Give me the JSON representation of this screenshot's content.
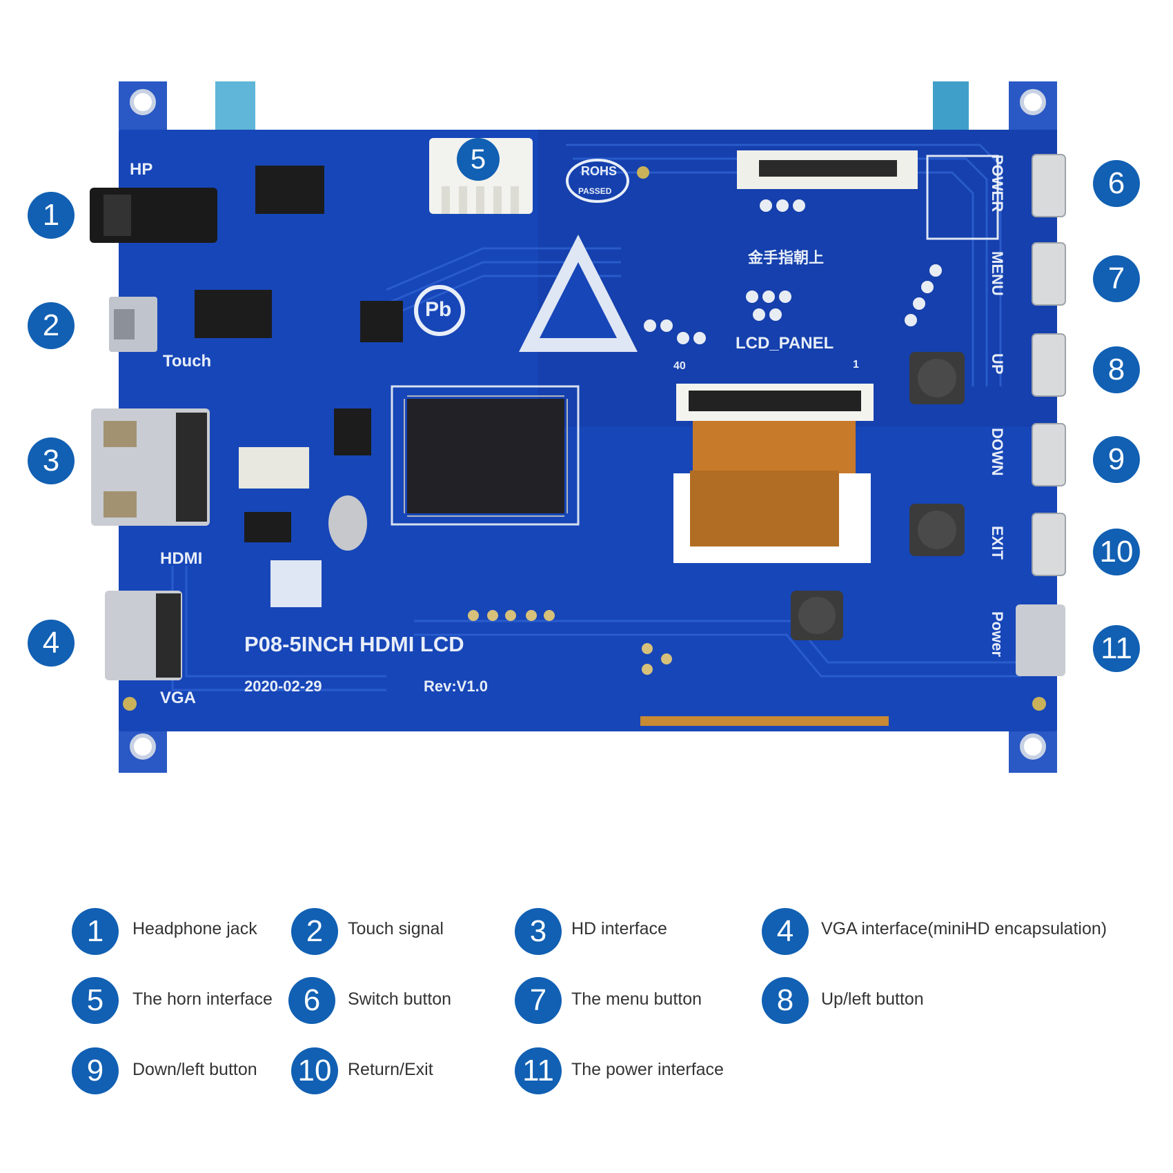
{
  "colors": {
    "accent": "#1160b3",
    "board": "#1746b8",
    "board_dark": "#0e3596"
  },
  "board": {
    "title": "P08-5INCH HDMI LCD",
    "date": "2020-02-29",
    "revision": "Rev:V1.0",
    "labels": {
      "hp": "HP",
      "touch": "Touch",
      "hdmi": "HDMI",
      "vga": "VGA",
      "lcd_panel": "LCD_PANEL",
      "rohs": "ROHS",
      "rohs_passed": "PASSED",
      "pb": "Pb",
      "chinese": "金手指朝上",
      "pins_40": "40",
      "pins_1": "1",
      "power": "POWER",
      "menu": "MENU",
      "up": "UP",
      "down": "DOWN",
      "exit": "EXIT",
      "power_small": "Power"
    }
  },
  "callouts": [
    "1",
    "2",
    "3",
    "4",
    "5",
    "6",
    "7",
    "8",
    "9",
    "10",
    "11"
  ],
  "legend": [
    {
      "num": "1",
      "text": "Headphone jack"
    },
    {
      "num": "2",
      "text": "Touch signal"
    },
    {
      "num": "3",
      "text": "HD interface"
    },
    {
      "num": "4",
      "text": "VGA interface(miniHD encapsulation)"
    },
    {
      "num": "5",
      "text": "The horn interface"
    },
    {
      "num": "6",
      "text": "Switch button"
    },
    {
      "num": "7",
      "text": "The menu button"
    },
    {
      "num": "8",
      "text": "Up/left button"
    },
    {
      "num": "9",
      "text": "Down/left button"
    },
    {
      "num": "10",
      "text": "Return/Exit"
    },
    {
      "num": "11",
      "text": "The power interface"
    }
  ]
}
